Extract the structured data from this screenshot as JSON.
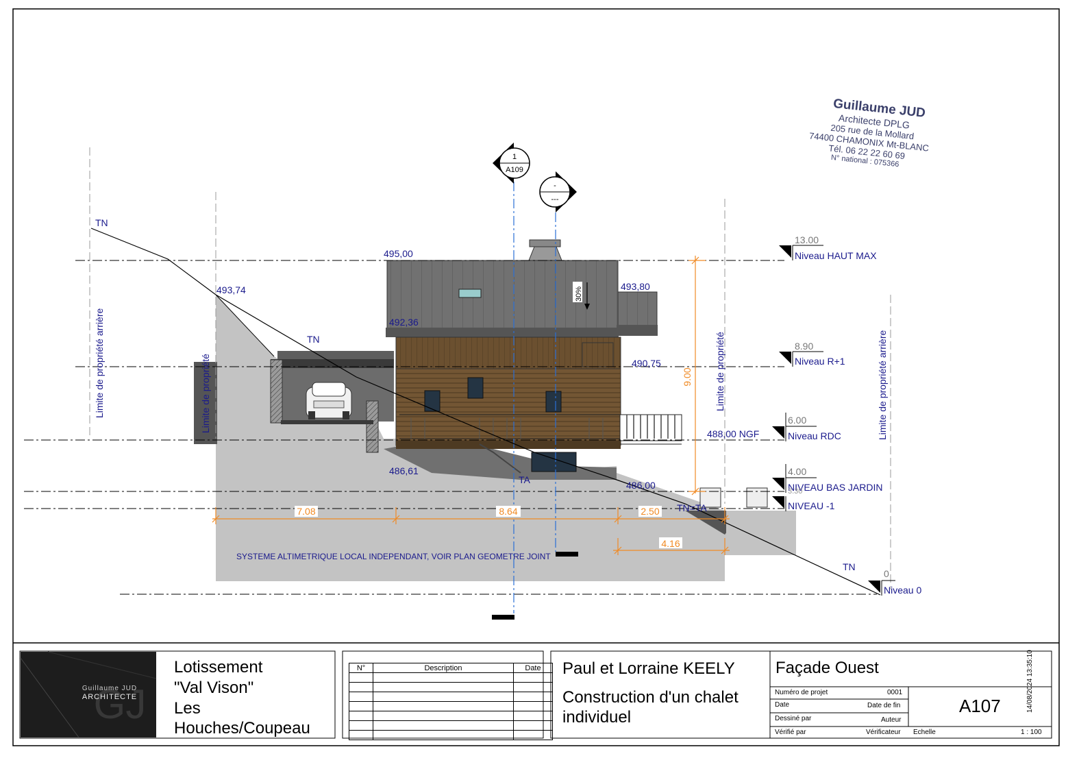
{
  "drawing": {
    "levels": [
      {
        "value": "13.00",
        "name": "Niveau HAUT MAX"
      },
      {
        "value": "8.90",
        "name": "Niveau R+1"
      },
      {
        "value": "6.00",
        "name": "Niveau RDC"
      },
      {
        "value": "4.00",
        "name": "NIVEAU BAS JARDIN"
      },
      {
        "value": "3.30",
        "name": "NIVEAU -1"
      },
      {
        "value": "0",
        "name": "Niveau 0"
      }
    ],
    "elevations": {
      "e495": "495,00",
      "e49374": "493,74",
      "e49380": "493,80",
      "e49236": "492,36",
      "e49075": "490,75",
      "e48800": "488,00 NGF",
      "e48661": "486,61",
      "e48600": "486,00"
    },
    "terrain_labels": {
      "tn": "TN",
      "ta": "TA",
      "tnta": "TN=TA"
    },
    "property_limits": {
      "rear": "Limite de propriété arrière",
      "side": "Limite de propriété"
    },
    "dimensions": {
      "d708": "7.08",
      "d864": "8.64",
      "d250": "2.50",
      "d416": "4.16",
      "d900": "9.00"
    },
    "slope": "30%",
    "section_marker_1": {
      "number": "1",
      "sheet": "A109"
    },
    "section_marker_2": {
      "number": "-",
      "sheet": "---"
    },
    "note": "SYSTEME ALTIMETRIQUE LOCAL INDEPENDANT, VOIR PLAN GEOMETRE JOINT",
    "stamp": {
      "name": "Guillaume JUD",
      "title": "Architecte DPLG",
      "street": "205 rue de la Mollard",
      "city": "74400 CHAMONIX Mt-BLANC",
      "phone": "Tél. 06 22 22 60 69",
      "national": "N° national : 075366"
    },
    "colors": {
      "dim": "#f08a24",
      "text": "#1a1a8c",
      "wood": "#6b5030",
      "roof": "#6f6f6f",
      "ground": "#c3c3c3"
    }
  },
  "title_block": {
    "logo_line1": "Guillaume JUD",
    "logo_line2": "ARCHITECTE",
    "logo_mark": "GJ",
    "location_lines": [
      "Lotissement",
      "\"Val Vison\"",
      "Les",
      "Houches/Coupeau"
    ],
    "revision_headers": {
      "number": "N°",
      "description": "Description",
      "date": "Date"
    },
    "client": "Paul et Lorraine KEELY",
    "project_lines": [
      "Construction d'un chalet",
      "individuel"
    ],
    "sheet_title": "Façade Ouest",
    "fields": [
      {
        "label": "Numéro de projet",
        "value": "0001"
      },
      {
        "label": "Date",
        "value": "Date de fin"
      },
      {
        "label": "Dessiné par",
        "value": "Auteur"
      },
      {
        "label": "Vérifié par",
        "value": "Vérificateur"
      }
    ],
    "sheet_number": "A107",
    "scale_label": "Echelle",
    "scale_value": "1 : 100",
    "timestamp": "14/08/2024 13:35:10"
  }
}
